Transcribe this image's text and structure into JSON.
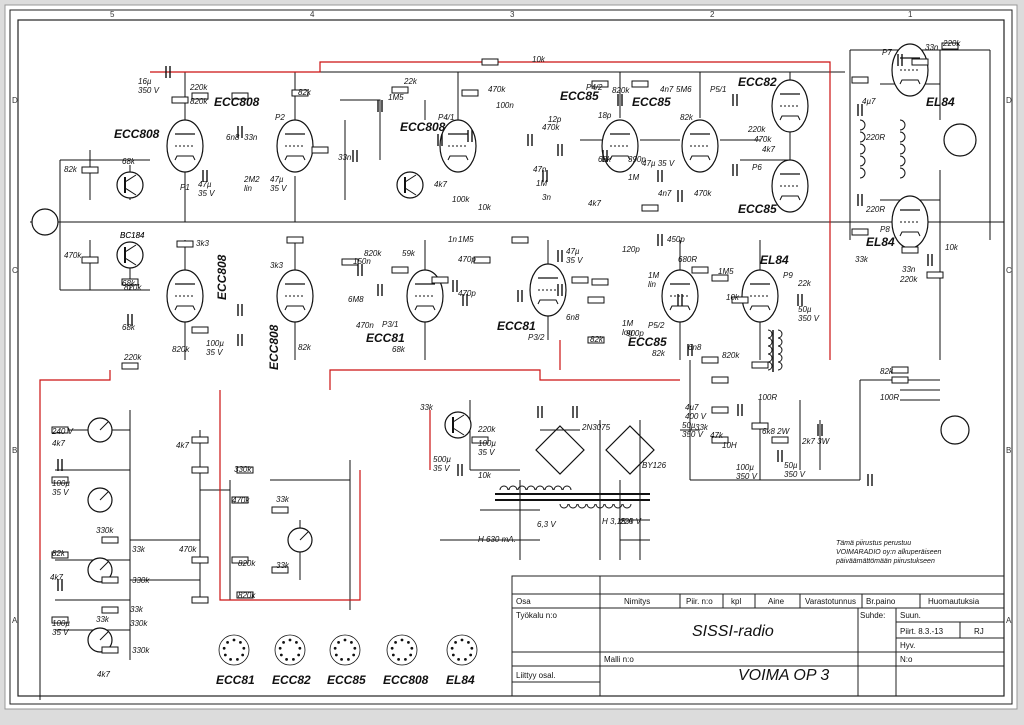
{
  "colors": {
    "wire": "#111111",
    "red_wire": "#cc1111",
    "paper": "#ffffff",
    "frame": "#222222"
  },
  "zones": {
    "top": [
      "5",
      "4",
      "3",
      "2",
      "1"
    ],
    "side": [
      "D",
      "C",
      "B",
      "A"
    ]
  },
  "tubes": {
    "top_left": "ECC808",
    "top_mid": "ECC808",
    "mid_left": "ECC808",
    "mid_center": "ECC808",
    "mid_right": "ECC808",
    "top_right_a": "ECC85",
    "top_right_b": "ECC82",
    "right_ecc85": "ECC85",
    "el84_top": "EL84",
    "el84_bottom": "EL84",
    "ecc81_left": "ECC81",
    "ecc81_mid": "ECC81",
    "ecc85_low": "ECC85",
    "el84_mid": "EL84"
  },
  "parts": [
    "16µ\n350 V",
    "220k",
    "820k",
    "6n8",
    "33n",
    "82k",
    "470k",
    "100n",
    "10k",
    "22k",
    "1M5",
    "33n",
    "68k",
    "BC184",
    "BC184",
    "68k",
    "P1",
    "47µ\n35 V",
    "3k3",
    "2M2\nlin",
    "P2",
    "47µ\n35 V",
    "3k3",
    "82k",
    "150n",
    "820k",
    "59k",
    "6M8",
    "470n",
    "P3/1",
    "68k",
    "1n",
    "1M5",
    "470p",
    "470p",
    "3n",
    "47µ\n35 V",
    "6n8",
    "P3/2",
    "82k",
    "120p",
    "450p",
    "680R",
    "1M\nlin",
    "1M\nlog",
    "900p",
    "P5/2",
    "82k",
    "6n8",
    "820k",
    "1M5",
    "10k",
    "22k",
    "50µ\n350 V",
    "P9",
    "4µ7",
    "33n",
    "P7",
    "220R",
    "220R",
    "P8",
    "10k",
    "33k",
    "220k",
    "33n",
    "220k",
    "P4/2",
    "18p",
    "P4/1",
    "820k",
    "12p",
    "470k",
    "47n",
    "1M",
    "68k",
    "4n7",
    "5M6",
    "P5/1",
    "82k",
    "220k",
    "470k",
    "4k7",
    "P6",
    "470k",
    "390p",
    "4n7",
    "1M",
    "4k7",
    "47µ 35 V",
    "82k",
    "100R",
    "100R",
    "6k8 2W",
    "2k7 3W",
    "50µ\n350 V",
    "100µ\n350 V",
    "10H",
    "BY126",
    "4µ7\n400 V",
    "50µ\n350 V",
    "33k",
    "47k",
    "33k",
    "220k",
    "2N3075",
    "500µ\n35 V",
    "100µ\n35 V",
    "10k",
    "6,3 V",
    "H 630 mA.",
    "H 3,15 A",
    "220 V",
    "240 V",
    "4k7",
    "100µ\n35 V",
    "4k7",
    "330k",
    "470k",
    "33k",
    "820k",
    "33k",
    "820k",
    "470k",
    "33k",
    "330k",
    "330k",
    "33k",
    "33k",
    "330k",
    "330k",
    "4k7",
    "100µ\n35 V",
    "4k7",
    "82k",
    "82k",
    "470k",
    "220k",
    "820k",
    "100µ\n35 V",
    "68k",
    "820k",
    "4k7",
    "100k",
    "10k"
  ],
  "pinouts": [
    "ECC81",
    "ECC82",
    "ECC85",
    "ECC808",
    "EL84"
  ],
  "note": [
    "Tämä piirustus perustuu",
    "VOIMARADIO oy:n alkuperäiseen",
    "päiväämättömään piirustukseen"
  ],
  "title_block": {
    "headers": [
      "Osa",
      "Nimitys",
      "Piir. n:o",
      "kpl",
      "Aine",
      "Varastotunnus",
      "Br.paino",
      "Huomautuksia"
    ],
    "tyokalu": "Työkalu n:o",
    "suhde": "Suhde:",
    "suun": "Suun.",
    "piirt": "Piirt. 8.3.-13",
    "initials": "RJ",
    "hyv": "Hyv.",
    "no": "N:o",
    "malli": "Malli n:o",
    "liittyy": "Liittyy osal.",
    "title": "SISSI-radio",
    "subtitle": "VOIMA OP 3"
  }
}
